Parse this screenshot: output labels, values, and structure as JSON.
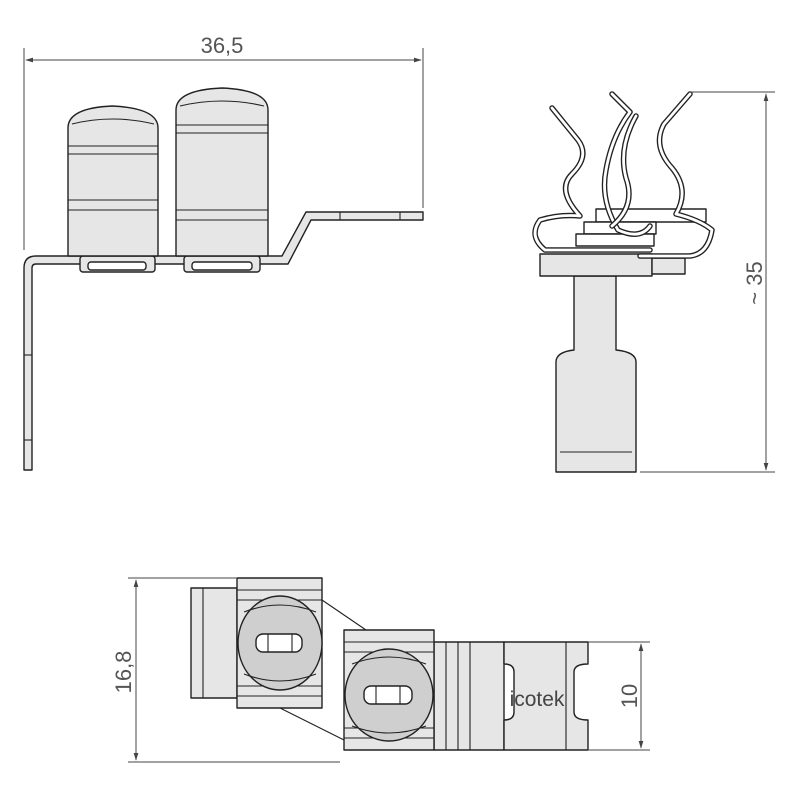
{
  "dimensions": {
    "width_top": "36,5",
    "height_right": "~ 35",
    "height_bottom_left": "16,8",
    "height_bottom_right": "10"
  },
  "logo": {
    "text": "icotek"
  },
  "colors": {
    "line": "#222222",
    "dimension": "#444444",
    "shade": "#e6e6e6"
  }
}
